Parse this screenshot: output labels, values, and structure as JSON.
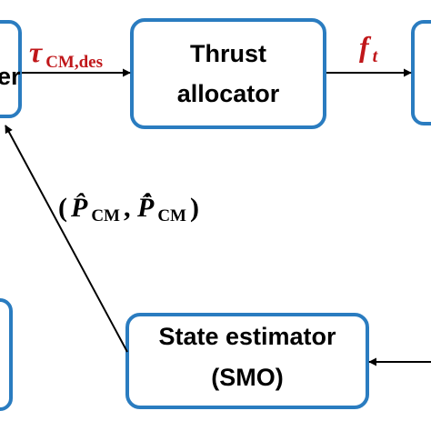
{
  "colors": {
    "block_border": "#2a7cc0",
    "signal_label": "#c0171a",
    "arrow": "#000000"
  },
  "blocks": {
    "controller_partial": "er",
    "thrust_allocator": {
      "line1": "Thrust",
      "line2": "allocator"
    },
    "state_estimator": {
      "line1": "State estimator",
      "line2": "(SMO)"
    }
  },
  "signals": {
    "torque_cmd": {
      "symbol": "τ",
      "subscript": "CM,des"
    },
    "thrust_force": {
      "symbol": "f",
      "subscript": "t"
    },
    "estimate": {
      "open": "(",
      "p_hat": "P̂",
      "p_hat_sub": "CM",
      "sep": ", ",
      "p_dot_hat": "P̂̇",
      "p_dot_hat_sub": "CM",
      "close": ")"
    }
  }
}
